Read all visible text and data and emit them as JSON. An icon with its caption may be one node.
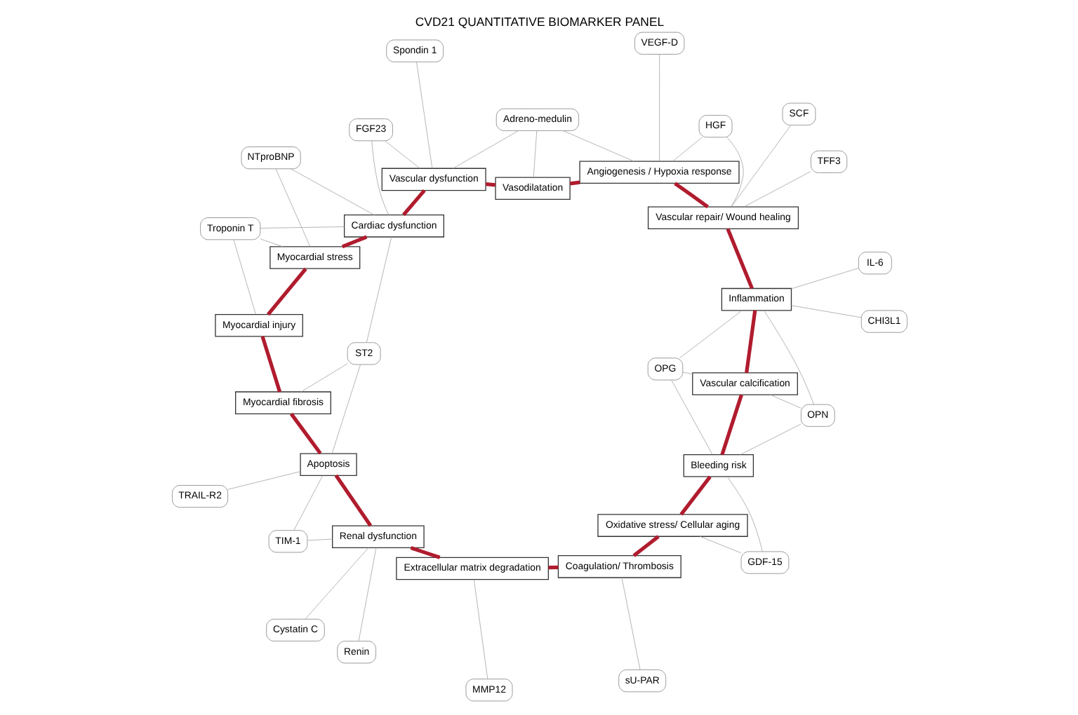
{
  "diagram": {
    "title": "CVD21 QUANTITATIVE BIOMARKER PANEL",
    "nodes": [
      {
        "text": [
          "NTproBNP"
        ]
      },
      {
        "text": [
          "Troponin T"
        ]
      },
      {
        "text": [
          "ST2"
        ]
      },
      {
        "text": [
          "TRAIL-R2"
        ]
      },
      {
        "text": [
          "TIM-1"
        ]
      },
      {
        "text": [
          "Cystatin C"
        ]
      },
      {
        "text": [
          "Renin"
        ]
      },
      {
        "text": [
          "MMP12"
        ]
      },
      {
        "text": [
          "sU-PAR"
        ]
      },
      {
        "text": [
          "GDF-15"
        ]
      },
      {
        "text": [
          "OPN"
        ]
      },
      {
        "text": [
          "OPG"
        ]
      },
      {
        "text": [
          "CHI3L1"
        ]
      },
      {
        "text": [
          "IL-6"
        ]
      },
      {
        "text": [
          "SCF"
        ]
      },
      {
        "text": [
          "TFF3"
        ]
      },
      {
        "text": [
          "HGF"
        ]
      },
      {
        "text": [
          "VEGF-D"
        ]
      },
      {
        "text": [
          "Adreno-medulin"
        ]
      },
      {
        "text": [
          "Spondin 1"
        ]
      },
      {
        "text": [
          "FGF23"
        ]
      },
      {
        "text": [
          "Cardiac dysfunction"
        ]
      },
      {
        "text": [
          "Myocardial stress"
        ]
      },
      {
        "text": [
          "Myocardial injury"
        ]
      },
      {
        "text": [
          "Myocardial fibrosis"
        ]
      },
      {
        "text": [
          "Apoptosis"
        ]
      },
      {
        "text": [
          "Renal dysfunction"
        ]
      },
      {
        "text": [
          "Extracellular matrix degradation"
        ]
      },
      {
        "text": [
          "Coagulation/ Thrombosis"
        ]
      },
      {
        "text": [
          "Oxidative stress/ Cellular aging"
        ]
      },
      {
        "text": [
          "Bleeding risk"
        ]
      },
      {
        "text": [
          "Vascular calcification"
        ]
      },
      {
        "text": [
          "Inflammation"
        ]
      },
      {
        "text": [
          "Vascular repair/ Wound healing"
        ]
      },
      {
        "text": [
          "Angiogenesis / Hypoxia response"
        ]
      },
      {
        "text": [
          "Vasodilatation"
        ]
      },
      {
        "text": [
          "Vascular dysfunction"
        ]
      }
    ],
    "edges": [
      {
        "from": 21,
        "to": 22,
        "arrow": "none",
        "style": "thick",
        "color": "#b01c2e"
      },
      {
        "from": 22,
        "to": 23,
        "arrow": "none",
        "style": "thick",
        "color": "#b01c2e"
      },
      {
        "from": 23,
        "to": 24,
        "arrow": "none",
        "style": "thick",
        "color": "#b01c2e"
      },
      {
        "from": 24,
        "to": 25,
        "arrow": "none",
        "style": "thick",
        "color": "#b01c2e"
      },
      {
        "from": 25,
        "to": 26,
        "arrow": "none",
        "style": "thick",
        "color": "#b01c2e"
      },
      {
        "from": 26,
        "to": 27,
        "arrow": "none",
        "style": "thick",
        "color": "#b01c2e"
      },
      {
        "from": 27,
        "to": 28,
        "arrow": "none",
        "style": "thick",
        "color": "#b01c2e"
      },
      {
        "from": 28,
        "to": 29,
        "arrow": "none",
        "style": "thick",
        "color": "#b01c2e"
      },
      {
        "from": 29,
        "to": 30,
        "arrow": "none",
        "style": "thick",
        "color": "#b01c2e"
      },
      {
        "from": 30,
        "to": 31,
        "arrow": "none",
        "style": "thick",
        "color": "#b01c2e"
      },
      {
        "from": 31,
        "to": 32,
        "arrow": "none",
        "style": "thick",
        "color": "#b01c2e"
      },
      {
        "from": 32,
        "to": 33,
        "arrow": "none",
        "style": "thick",
        "color": "#b01c2e"
      },
      {
        "from": 33,
        "to": 34,
        "arrow": "none",
        "style": "thick",
        "color": "#b01c2e"
      },
      {
        "from": 34,
        "to": 35,
        "arrow": "none",
        "style": "thick",
        "color": "#b01c2e"
      },
      {
        "from": 35,
        "to": 36,
        "arrow": "none",
        "style": "thick",
        "color": "#b01c2e"
      },
      {
        "from": 36,
        "to": 21,
        "arrow": "none",
        "style": "thick",
        "color": "#b01c2e"
      },
      {
        "from": 0,
        "to": 21,
        "arrow": "none"
      },
      {
        "from": 0,
        "to": 22,
        "arrow": "none"
      },
      {
        "from": 1,
        "to": 21,
        "arrow": "none"
      },
      {
        "from": 1,
        "to": 22,
        "arrow": "none"
      },
      {
        "from": 1,
        "to": 23,
        "arrow": "none"
      },
      {
        "from": 2,
        "to": 21,
        "arrow": "none"
      },
      {
        "from": 2,
        "to": 24,
        "arrow": "none"
      },
      {
        "from": 2,
        "to": 25,
        "arrow": "none"
      },
      {
        "from": 3,
        "to": 25,
        "arrow": "none"
      },
      {
        "from": 4,
        "to": 25,
        "arrow": "none"
      },
      {
        "from": 4,
        "to": 26,
        "arrow": "none"
      },
      {
        "from": 5,
        "to": 26,
        "arrow": "none"
      },
      {
        "from": 6,
        "to": 26,
        "arrow": "none"
      },
      {
        "from": 7,
        "to": 27,
        "arrow": "none"
      },
      {
        "from": 8,
        "to": 28,
        "arrow": "none"
      },
      {
        "from": 9,
        "to": 29,
        "arrow": "none"
      },
      {
        "from": 9,
        "to": 30,
        "arrow": "none"
      },
      {
        "from": 10,
        "to": 30,
        "arrow": "none"
      },
      {
        "from": 10,
        "to": 31,
        "arrow": "none"
      },
      {
        "from": 10,
        "to": 32,
        "arrow": "none"
      },
      {
        "from": 11,
        "to": 30,
        "arrow": "none"
      },
      {
        "from": 11,
        "to": 31,
        "arrow": "none"
      },
      {
        "from": 11,
        "to": 32,
        "arrow": "none"
      },
      {
        "from": 12,
        "to": 32,
        "arrow": "none"
      },
      {
        "from": 13,
        "to": 32,
        "arrow": "none"
      },
      {
        "from": 14,
        "to": 33,
        "arrow": "none"
      },
      {
        "from": 15,
        "to": 33,
        "arrow": "none"
      },
      {
        "from": 16,
        "to": 33,
        "arrow": "none"
      },
      {
        "from": 16,
        "to": 34,
        "arrow": "none"
      },
      {
        "from": 17,
        "to": 34,
        "arrow": "none"
      },
      {
        "from": 18,
        "to": 34,
        "arrow": "none"
      },
      {
        "from": 18,
        "to": 35,
        "arrow": "none"
      },
      {
        "from": 18,
        "to": 36,
        "arrow": "none"
      },
      {
        "from": 19,
        "to": 36,
        "arrow": "none"
      },
      {
        "from": 20,
        "to": 36,
        "arrow": "none"
      },
      {
        "from": 20,
        "to": 21,
        "arrow": "none"
      }
    ]
  }
}
